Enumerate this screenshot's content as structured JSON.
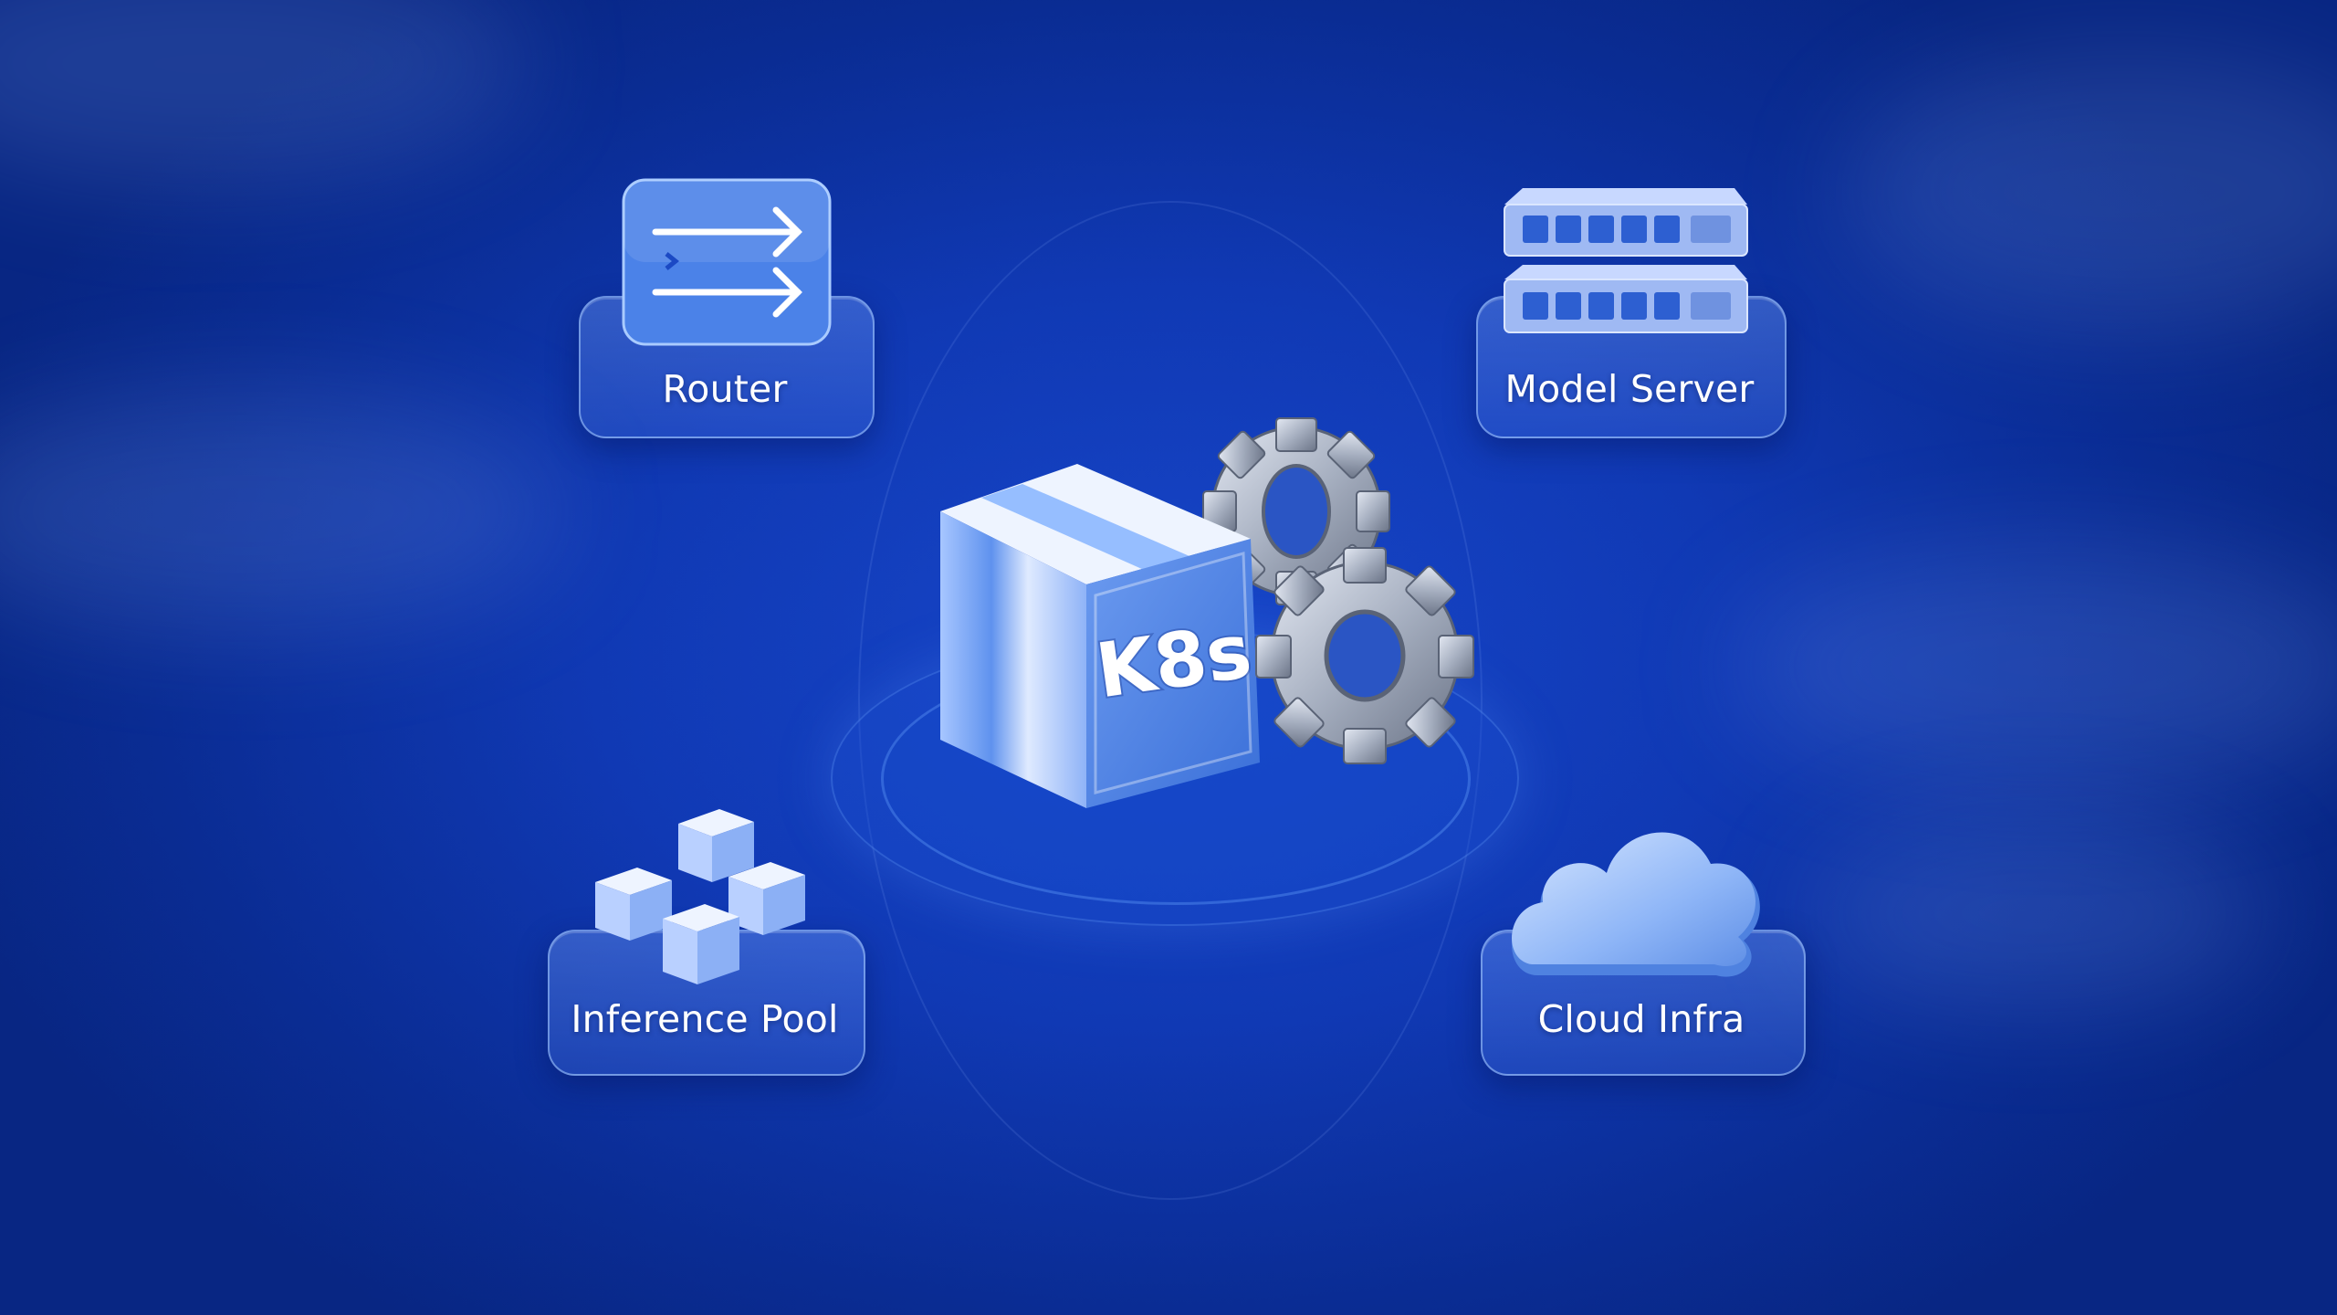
{
  "hub": {
    "label": "K8s"
  },
  "nodes": {
    "router": {
      "label": "Router"
    },
    "model_server": {
      "label": "Model Server"
    },
    "inference_pool": {
      "label": "Inference Pool"
    },
    "cloud_infra": {
      "label": "Cloud Infra"
    }
  },
  "colors": {
    "background": "#1039b4",
    "card_border": "#aacdff",
    "accent": "#7ab2ff"
  }
}
